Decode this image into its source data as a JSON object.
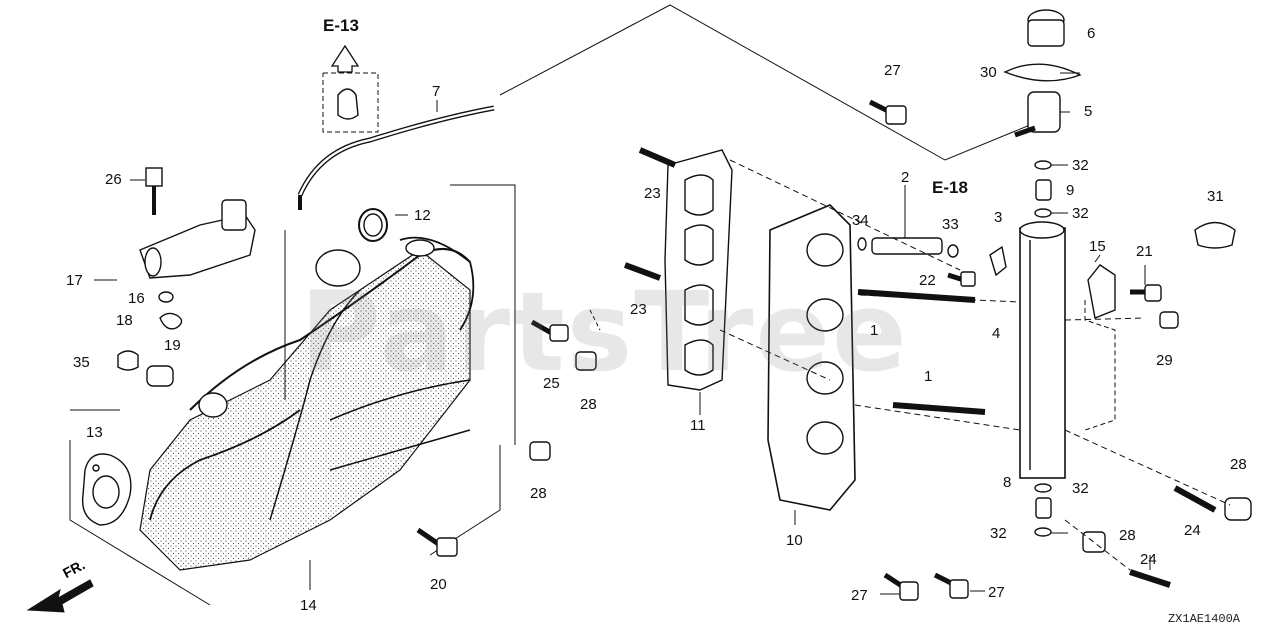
{
  "watermark": "PartsTree",
  "diagram_code": "ZX1AE1400A",
  "direction_label": "FR.",
  "references": [
    {
      "id": "ref-e13",
      "label": "E-13"
    },
    {
      "id": "ref-e18",
      "label": "E-18"
    }
  ],
  "callouts": [
    {
      "id": "c1",
      "n": "1"
    },
    {
      "id": "c1b",
      "n": "1"
    },
    {
      "id": "c2",
      "n": "2"
    },
    {
      "id": "c3",
      "n": "3"
    },
    {
      "id": "c4",
      "n": "4"
    },
    {
      "id": "c5",
      "n": "5"
    },
    {
      "id": "c6",
      "n": "6"
    },
    {
      "id": "c7",
      "n": "7"
    },
    {
      "id": "c8",
      "n": "8"
    },
    {
      "id": "c9",
      "n": "9"
    },
    {
      "id": "c10",
      "n": "10"
    },
    {
      "id": "c11",
      "n": "11"
    },
    {
      "id": "c12",
      "n": "12"
    },
    {
      "id": "c13",
      "n": "13"
    },
    {
      "id": "c14",
      "n": "14"
    },
    {
      "id": "c15",
      "n": "15"
    },
    {
      "id": "c16",
      "n": "16"
    },
    {
      "id": "c17",
      "n": "17"
    },
    {
      "id": "c18",
      "n": "18"
    },
    {
      "id": "c19",
      "n": "19"
    },
    {
      "id": "c20",
      "n": "20"
    },
    {
      "id": "c21",
      "n": "21"
    },
    {
      "id": "c22",
      "n": "22"
    },
    {
      "id": "c23a",
      "n": "23"
    },
    {
      "id": "c23b",
      "n": "23"
    },
    {
      "id": "c24a",
      "n": "24"
    },
    {
      "id": "c24b",
      "n": "24"
    },
    {
      "id": "c25",
      "n": "25"
    },
    {
      "id": "c26",
      "n": "26"
    },
    {
      "id": "c27a",
      "n": "27"
    },
    {
      "id": "c27b",
      "n": "27"
    },
    {
      "id": "c27c",
      "n": "27"
    },
    {
      "id": "c28a",
      "n": "28"
    },
    {
      "id": "c28b",
      "n": "28"
    },
    {
      "id": "c28c",
      "n": "28"
    },
    {
      "id": "c28d",
      "n": "28"
    },
    {
      "id": "c29",
      "n": "29"
    },
    {
      "id": "c30",
      "n": "30"
    },
    {
      "id": "c31",
      "n": "31"
    },
    {
      "id": "c32a",
      "n": "32"
    },
    {
      "id": "c32b",
      "n": "32"
    },
    {
      "id": "c32c",
      "n": "32"
    },
    {
      "id": "c32d",
      "n": "32"
    },
    {
      "id": "c33",
      "n": "33"
    },
    {
      "id": "c34",
      "n": "34"
    },
    {
      "id": "c35",
      "n": "35"
    }
  ],
  "colors": {
    "ink": "#111111",
    "paper": "#ffffff",
    "watermark": "#787878"
  }
}
